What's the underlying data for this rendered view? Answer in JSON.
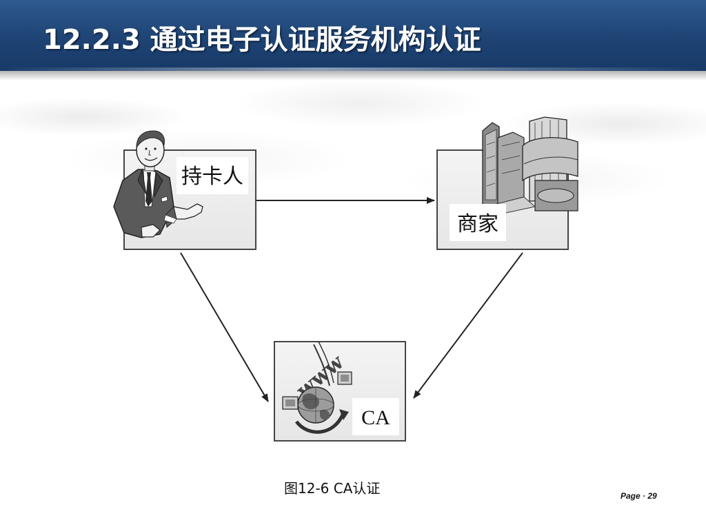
{
  "slide": {
    "title": "12.2.3  通过电子认证服务机构认证",
    "caption": "图12-6  CA认证",
    "page_label": "Page · 29"
  },
  "diagram": {
    "nodes": [
      {
        "id": "cardholder",
        "label": "持卡人",
        "icon": "businessman-icon"
      },
      {
        "id": "merchant",
        "label": "商家",
        "icon": "office-building-icon"
      },
      {
        "id": "ca",
        "label": "CA",
        "icon": "www-globe-icon"
      }
    ],
    "edges": [
      {
        "from": "cardholder",
        "to": "merchant"
      },
      {
        "from": "cardholder",
        "to": "ca"
      },
      {
        "from": "merchant",
        "to": "ca"
      }
    ]
  },
  "colors": {
    "header": "#1e4374",
    "box_fill": "#f0f0f0",
    "box_stroke": "#444444",
    "arrow": "#222222"
  }
}
